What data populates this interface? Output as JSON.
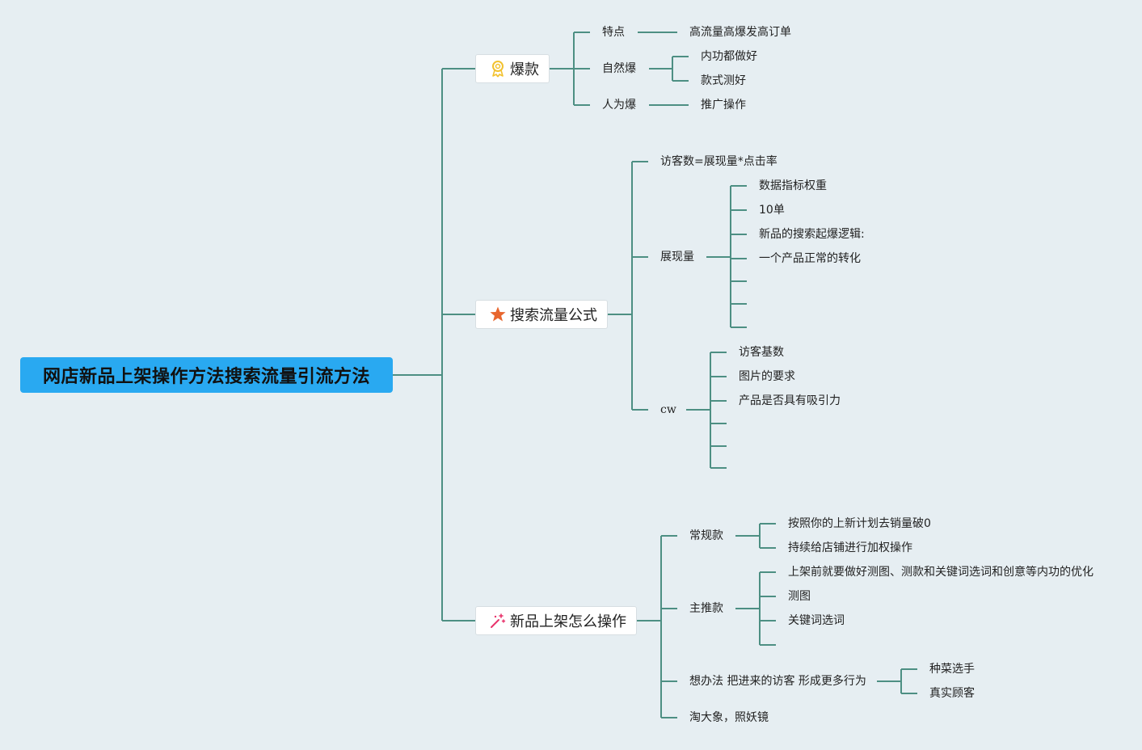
{
  "root": {
    "title": "网店新品上架操作方法搜索流量引流方法"
  },
  "branches": [
    {
      "label": "爆款",
      "icon": "medal-icon",
      "children": [
        {
          "label": "特点",
          "children": [
            {
              "label": "高流量高爆发高订单"
            }
          ]
        },
        {
          "label": "自然爆",
          "children": [
            {
              "label": "内功都做好"
            },
            {
              "label": "款式测好"
            }
          ]
        },
        {
          "label": "人为爆",
          "children": [
            {
              "label": "推广操作"
            }
          ]
        }
      ]
    },
    {
      "label": "搜索流量公式",
      "icon": "star-icon",
      "children": [
        {
          "label": "访客数=展现量*点击率"
        },
        {
          "label": "展现量",
          "children": [
            {
              "label": "数据指标权重"
            },
            {
              "label": "10单"
            },
            {
              "label": "新品的搜索起爆逻辑:"
            },
            {
              "label": "一个产品正常的转化"
            },
            {
              "label": ""
            },
            {
              "label": ""
            },
            {
              "label": ""
            }
          ]
        },
        {
          "label": "cw",
          "children": [
            {
              "label": "访客基数"
            },
            {
              "label": "图片的要求"
            },
            {
              "label": "产品是否具有吸引力"
            },
            {
              "label": ""
            },
            {
              "label": ""
            },
            {
              "label": ""
            }
          ]
        }
      ]
    },
    {
      "label": "新品上架怎么操作",
      "icon": "magic-wand-icon",
      "children": [
        {
          "label": "常规款",
          "children": [
            {
              "label": "按照你的上新计划去销量破0"
            },
            {
              "label": "持续给店铺进行加权操作"
            }
          ]
        },
        {
          "label": "主推款",
          "children": [
            {
              "label": "上架前就要做好测图、测款和关键词选词和创意等内功的优化"
            },
            {
              "label": "测图"
            },
            {
              "label": "关键词选词"
            },
            {
              "label": ""
            }
          ]
        },
        {
          "label": "想办法 把进来的访客 形成更多行为",
          "children": [
            {
              "label": "种菜选手"
            },
            {
              "label": "真实顾客"
            }
          ]
        },
        {
          "label": "淘大象，照妖镜"
        }
      ]
    }
  ],
  "colors": {
    "background": "#e6eef2",
    "root_fill": "#29a9f1",
    "connector": "#4d8f83",
    "medal": "#f2c230",
    "star": "#e8662e",
    "wand": "#e8336b"
  }
}
